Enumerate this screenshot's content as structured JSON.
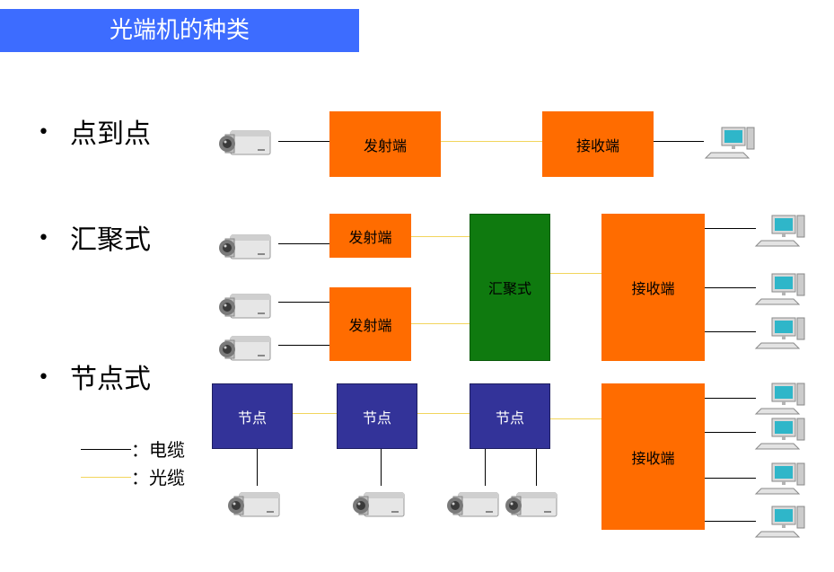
{
  "title": "光端机的种类",
  "bullets": [
    {
      "marker": "•",
      "label": "点到点"
    },
    {
      "marker": "•",
      "label": "汇聚式"
    },
    {
      "marker": "•",
      "label": "节点式"
    }
  ],
  "p2p": {
    "transmitter": "发射端",
    "receiver": "接收端"
  },
  "aggregation": {
    "transmitter1": "发射端",
    "transmitter2": "发射端",
    "hub": "汇聚式",
    "receiver": "接收端"
  },
  "node": {
    "node1": "节点",
    "node2": "节点",
    "node3": "节点",
    "receiver": "接收端"
  },
  "legend": {
    "electric": "：电缆",
    "optical": "：光缆"
  },
  "colors": {
    "title_bg": "#3d6cff",
    "orange": "#ff6c00",
    "green": "#0f7a0f",
    "blue": "#333399",
    "fiber": "#f2d55c"
  },
  "icons": [
    "camera-icon",
    "computer-icon"
  ]
}
